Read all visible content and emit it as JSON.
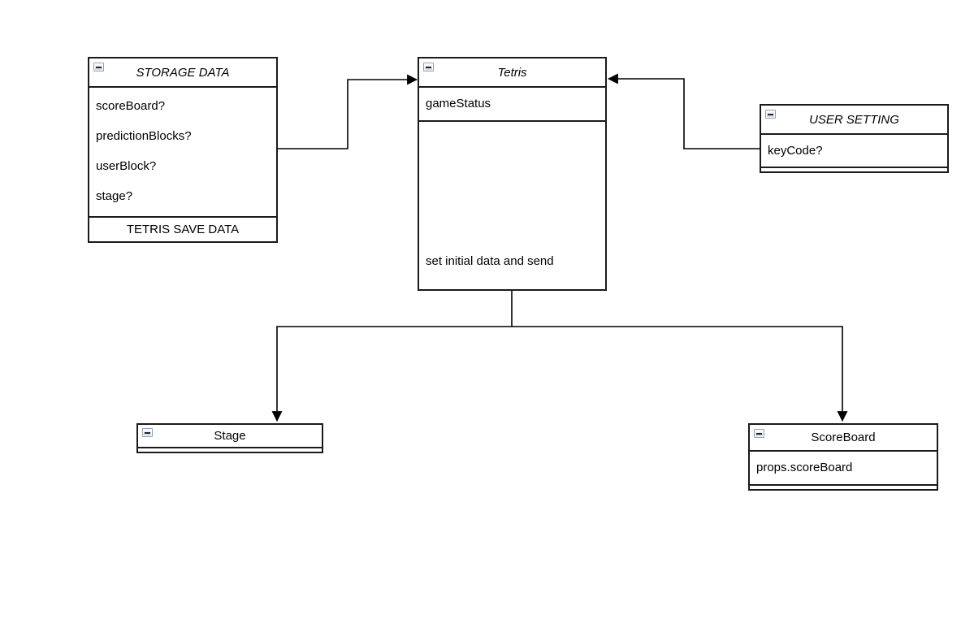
{
  "nodes": {
    "storage_data": {
      "title": "STORAGE DATA",
      "fields": [
        "scoreBoard?",
        "predictionBlocks?",
        "userBlock?",
        "stage?"
      ],
      "footer": "TETRIS SAVE DATA"
    },
    "tetris": {
      "title": "Tetris",
      "fields": [
        "gameStatus"
      ],
      "note": "set initial data and send"
    },
    "user_setting": {
      "title": "USER SETTING",
      "fields": [
        "keyCode?"
      ]
    },
    "stage": {
      "title": "Stage"
    },
    "scoreboard": {
      "title": "ScoreBoard",
      "fields": [
        "props.scoreBoard"
      ]
    }
  },
  "edges": [
    {
      "from": "storage_data",
      "to": "tetris"
    },
    {
      "from": "user_setting",
      "to": "tetris"
    },
    {
      "from": "tetris",
      "to": "stage"
    },
    {
      "from": "tetris",
      "to": "scoreboard"
    }
  ],
  "icons": {
    "collapse": "minus-icon"
  },
  "colors": {
    "stroke": "#000000",
    "node_border": "#1a1a1a",
    "canvas_bg": "#ffffff",
    "collapse_border": "#8fa0b5"
  }
}
